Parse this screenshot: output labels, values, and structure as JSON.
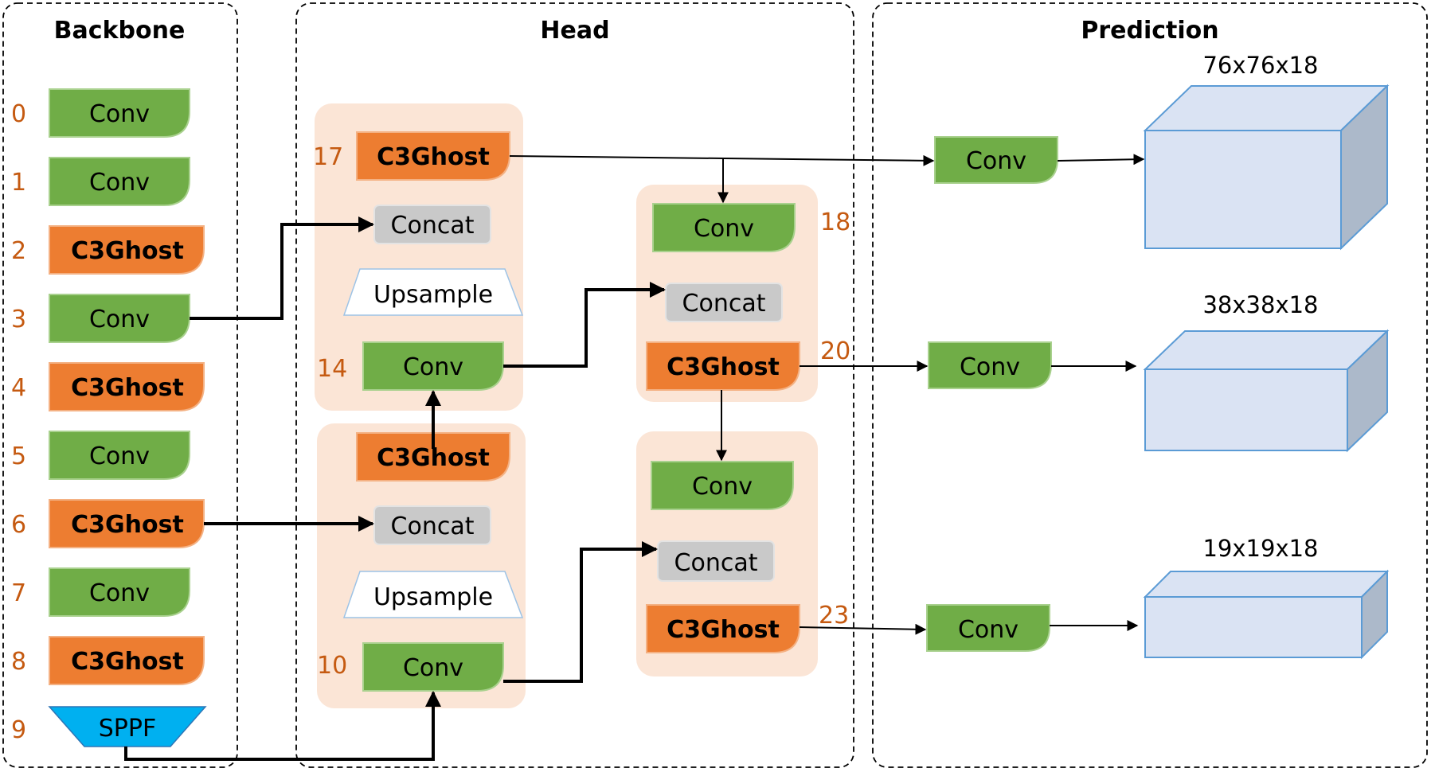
{
  "panels": {
    "backbone": "Backbone",
    "head": "Head",
    "prediction": "Prediction"
  },
  "backbone_layers": [
    {
      "index": "0",
      "label": "Conv"
    },
    {
      "index": "1",
      "label": "Conv"
    },
    {
      "index": "2",
      "label": "C3Ghost"
    },
    {
      "index": "3",
      "label": "Conv"
    },
    {
      "index": "4",
      "label": "C3Ghost"
    },
    {
      "index": "5",
      "label": "Conv"
    },
    {
      "index": "6",
      "label": "C3Ghost"
    },
    {
      "index": "7",
      "label": "Conv"
    },
    {
      "index": "8",
      "label": "C3Ghost"
    },
    {
      "index": "9",
      "label": "SPPF"
    }
  ],
  "head": {
    "top_group": {
      "c3ghost": "C3Ghost",
      "c3ghost_index": "17",
      "concat": "Concat",
      "upsample": "Upsample",
      "conv": "Conv",
      "conv_index": "14"
    },
    "bottom_group": {
      "c3ghost": "C3Ghost",
      "concat": "Concat",
      "upsample": "Upsample",
      "conv": "Conv",
      "conv_index": "10"
    },
    "right_top_group": {
      "conv": "Conv",
      "conv_index": "18",
      "concat": "Concat",
      "c3ghost": "C3Ghost",
      "c3ghost_index": "20"
    },
    "right_bottom_group": {
      "conv": "Conv",
      "concat": "Concat",
      "c3ghost": "C3Ghost",
      "c3ghost_index": "23"
    }
  },
  "prediction": [
    {
      "conv": "Conv",
      "dims": "76x76x18"
    },
    {
      "conv": "Conv",
      "dims": "38x38x18"
    },
    {
      "conv": "Conv",
      "dims": "19x19x18"
    }
  ],
  "colors": {
    "conv": "#70ad47",
    "c3ghost": "#ed7d31",
    "concat": "#c9c9c9",
    "sppf": "#00b0f0",
    "group_bg": "#fbe5d6",
    "index_text": "#c55a11",
    "cube": "#dae3f3"
  }
}
